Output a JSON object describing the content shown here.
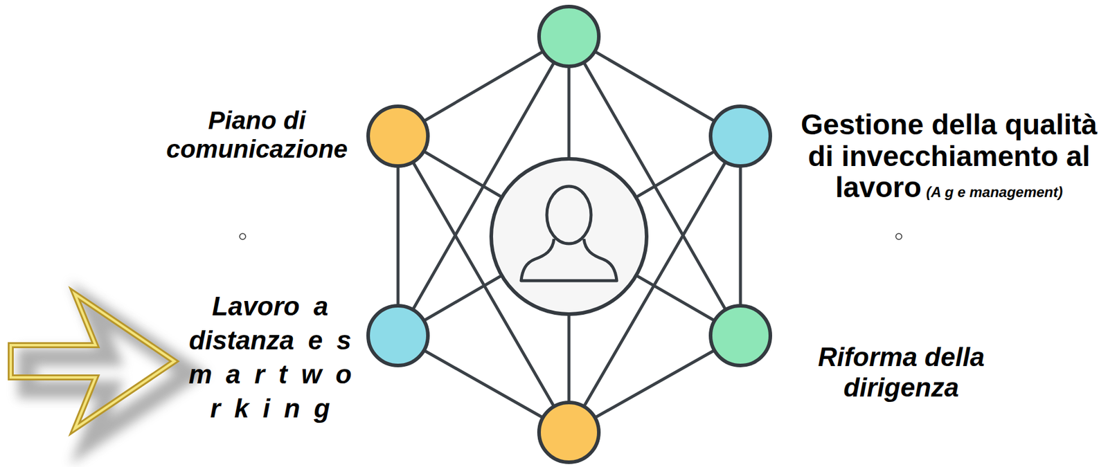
{
  "diagram": {
    "nodes": [
      {
        "text": [
          "Piano di comunicazione"
        ]
      },
      {
        "text": [
          "Gestione della qualità di invecchiamento al lavoro",
          "(A g e management)"
        ]
      },
      {
        "text": [
          "Lavoro a distanza e s m a r t w o r k i n g"
        ]
      },
      {
        "text": [
          "Riforma della dirigenza"
        ]
      }
    ],
    "edges": [
      {
        "from": 0,
        "to": 2,
        "arrow": "none"
      },
      {
        "from": 1,
        "to": 3,
        "arrow": "none"
      }
    ]
  }
}
